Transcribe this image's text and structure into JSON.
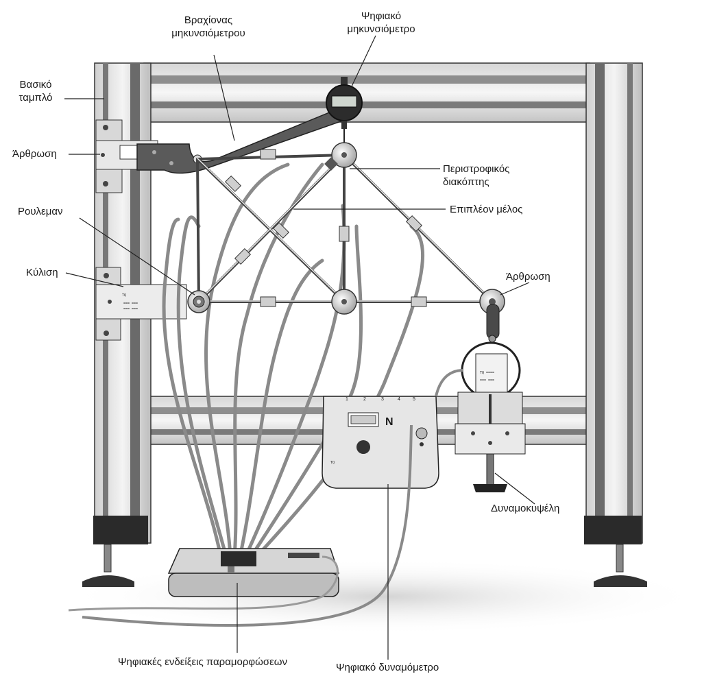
{
  "labels": {
    "bracket_arm": [
      "Βραχίονας",
      "μηκυνσιόμετρου"
    ],
    "digital_gauge": [
      "Ψηφιακό",
      "μηκυνσιόμετρο"
    ],
    "base_panel": [
      "Βασικό",
      "ταμπλό"
    ],
    "joint_left": "Άρθρωση",
    "rotary_switch": [
      "Περιστροφικός",
      "διακόπτης"
    ],
    "extra_member": "Επιπλέον μέλος",
    "bearing": "Ρουλεμαν",
    "roller": "Κύλιση",
    "joint_right": "Άρθρωση",
    "load_cell": "Δυναμοκυψέλη",
    "strain_display": "Ψηφιακές ενδείξεις παραμορφώσεων",
    "force_meter": "Ψηφιακό δυναμόμετρο"
  },
  "device": {
    "force_unit": "N",
    "channels": [
      "1",
      "2",
      "3",
      "4",
      "5"
    ]
  },
  "colors": {
    "frame_fill": "#e4e4e4",
    "frame_dark": "#4a4a4a",
    "line": "#222222",
    "cable": "#8a8a8a",
    "background": "#ffffff"
  },
  "icons": [
    "dial-gauge-icon",
    "bolt-icon",
    "knob-icon",
    "foot-icon"
  ]
}
